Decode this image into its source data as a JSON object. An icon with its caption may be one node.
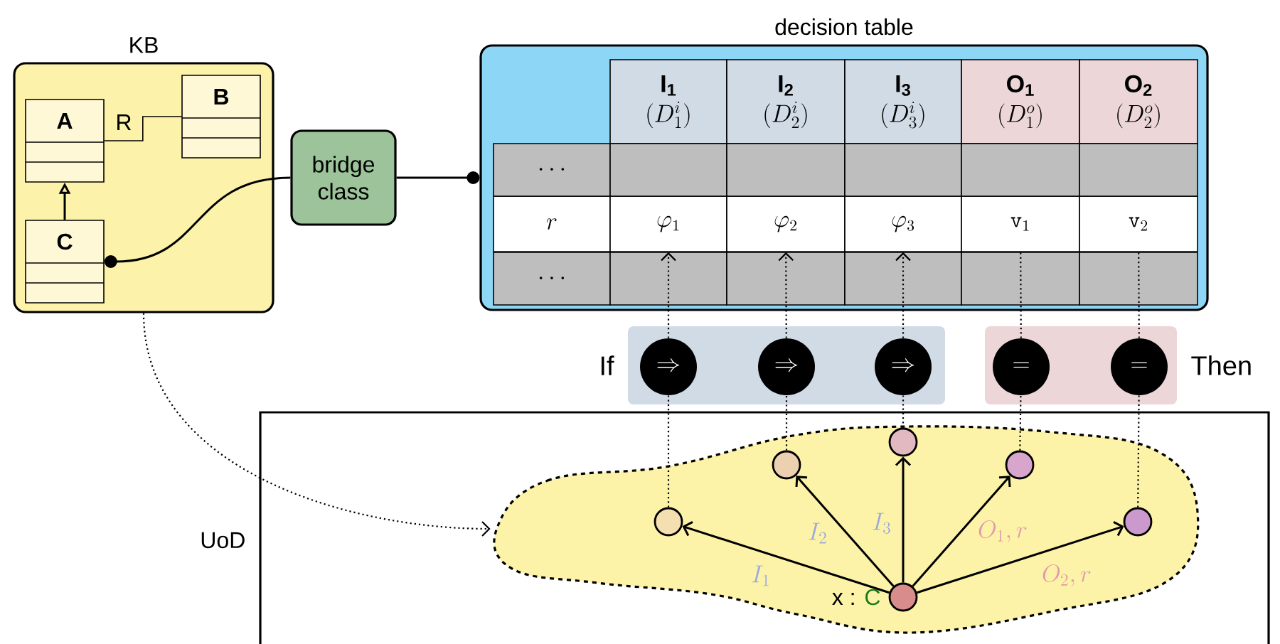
{
  "diagram": {
    "nodes": [
      {
        "text": [
          "KB"
        ]
      },
      {
        "text": [
          "A"
        ],
        "in": 0
      },
      {
        "text": [
          "B"
        ],
        "in": 0
      },
      {
        "text": [
          "C"
        ],
        "in": 0
      },
      {
        "text": [
          "bridge class"
        ]
      },
      {
        "text": [
          "decision table"
        ]
      },
      {
        "text": [
          "\\mathbf{I_1}",
          "(D^i_1)"
        ],
        "in": 5
      },
      {
        "text": [
          "\\mathbf{I_2}",
          "(D^i_2)"
        ],
        "in": 5
      },
      {
        "text": [
          "\\mathbf{I_3}",
          "(D^i_3)"
        ],
        "in": 5
      },
      {
        "text": [
          "\\mathbf{O_1}",
          "(D^o_1)"
        ],
        "in": 5
      },
      {
        "text": [
          "\\mathbf{O_2}",
          "(D^o_2)"
        ],
        "in": 5
      },
      {
        "text": [
          "r"
        ],
        "in": 5
      },
      {
        "text": [
          "\\varphi_1"
        ],
        "in": 5
      },
      {
        "text": [
          "\\varphi_2"
        ],
        "in": 5
      },
      {
        "text": [
          "\\varphi_3"
        ],
        "in": 5
      },
      {
        "text": [
          "\\mathtt{v}_1"
        ],
        "in": 5
      },
      {
        "text": [
          "\\mathtt{v}_2"
        ],
        "in": 5
      },
      {
        "text": [
          "If"
        ]
      },
      {
        "text": [
          "\\Rightarrow"
        ],
        "in": 17
      },
      {
        "text": [
          "\\Rightarrow"
        ],
        "in": 17
      },
      {
        "text": [
          "\\Rightarrow"
        ],
        "in": 17
      },
      {
        "text": [
          "Then"
        ]
      },
      {
        "text": [
          "="
        ],
        "in": 21
      },
      {
        "text": [
          "="
        ],
        "in": 21
      },
      {
        "text": [
          "UoD"
        ]
      },
      {
        "text": [],
        "shape": "cloud",
        "in": 24
      },
      {
        "text": [],
        "shape": "circle",
        "in": 25
      },
      {
        "text": [],
        "shape": "circle",
        "in": 25
      },
      {
        "text": [],
        "shape": "circle",
        "in": 25
      },
      {
        "text": [],
        "shape": "circle",
        "in": 25
      },
      {
        "text": [],
        "shape": "circle",
        "in": 25
      },
      {
        "text": [],
        "shape": "circle",
        "in": 25,
        "beside": [
          "x :",
          "C"
        ]
      }
    ],
    "edges": [
      {
        "from": 1,
        "to": 2,
        "arrow": "none",
        "label": "R"
      },
      {
        "from": 3,
        "to": 1,
        "arrow": "to"
      },
      {
        "from": 3,
        "to": 4,
        "arrow": "other"
      },
      {
        "from": 5,
        "to": 4,
        "arrow": "other"
      },
      {
        "from": 18,
        "to": 12,
        "arrow": "to",
        "style": "dashed"
      },
      {
        "from": 19,
        "to": 13,
        "arrow": "to",
        "style": "dashed"
      },
      {
        "from": 20,
        "to": 14,
        "arrow": "to",
        "style": "dashed"
      },
      {
        "from": 22,
        "to": 15,
        "arrow": "none",
        "style": "dashed"
      },
      {
        "from": 23,
        "to": 16,
        "arrow": "none",
        "style": "dashed"
      },
      {
        "from": 26,
        "to": 18,
        "arrow": "none",
        "style": "dashed"
      },
      {
        "from": 27,
        "to": 19,
        "arrow": "none",
        "style": "dashed"
      },
      {
        "from": 28,
        "to": 20,
        "arrow": "none",
        "style": "dashed"
      },
      {
        "from": 29,
        "to": 22,
        "arrow": "none",
        "style": "dashed"
      },
      {
        "from": 30,
        "to": 23,
        "arrow": "none",
        "style": "dashed"
      },
      {
        "from": 31,
        "to": 26,
        "arrow": "to",
        "label": "I_1"
      },
      {
        "from": 31,
        "to": 27,
        "arrow": "to",
        "label": "I_2"
      },
      {
        "from": 31,
        "to": 28,
        "arrow": "to",
        "label": "I_3"
      },
      {
        "from": 31,
        "to": 29,
        "arrow": "to",
        "label": "O_1, r"
      },
      {
        "from": 31,
        "to": 30,
        "arrow": "to",
        "label": "O_2, r"
      },
      {
        "from": 0,
        "to": 25,
        "arrow": "to",
        "style": "dashed"
      }
    ],
    "labels": [
      "\\cdots",
      "\\cdots"
    ]
  }
}
